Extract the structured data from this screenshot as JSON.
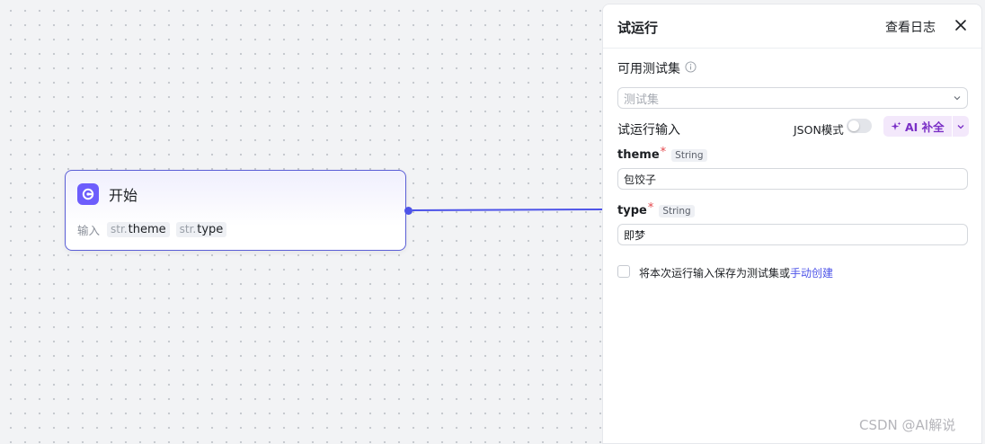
{
  "node": {
    "title": "开始",
    "inputs_label": "输入",
    "inputs": [
      {
        "prefix": "str.",
        "name": "theme"
      },
      {
        "prefix": "str.",
        "name": "type"
      }
    ]
  },
  "panel": {
    "title": "试运行",
    "view_log": "查看日志",
    "testset_label": "可用测试集",
    "testset_placeholder": "测试集",
    "run_input_label": "试运行输入",
    "json_mode_label": "JSON模式",
    "json_mode_on": false,
    "ai_button": "AI 补全",
    "fields": [
      {
        "name": "theme",
        "required": "*",
        "type": "String",
        "value": "包饺子"
      },
      {
        "name": "type",
        "required": "*",
        "type": "String",
        "value": "即梦"
      }
    ],
    "save_text": "将本次运行输入保存为测试集或",
    "save_link": "手动创建"
  },
  "watermark": "CSDN @AI解说",
  "colors": {
    "accent": "#4d53e8",
    "ai": "#7a2fc6",
    "node_icon": "#6d5dfc",
    "required": "#e5484d"
  }
}
